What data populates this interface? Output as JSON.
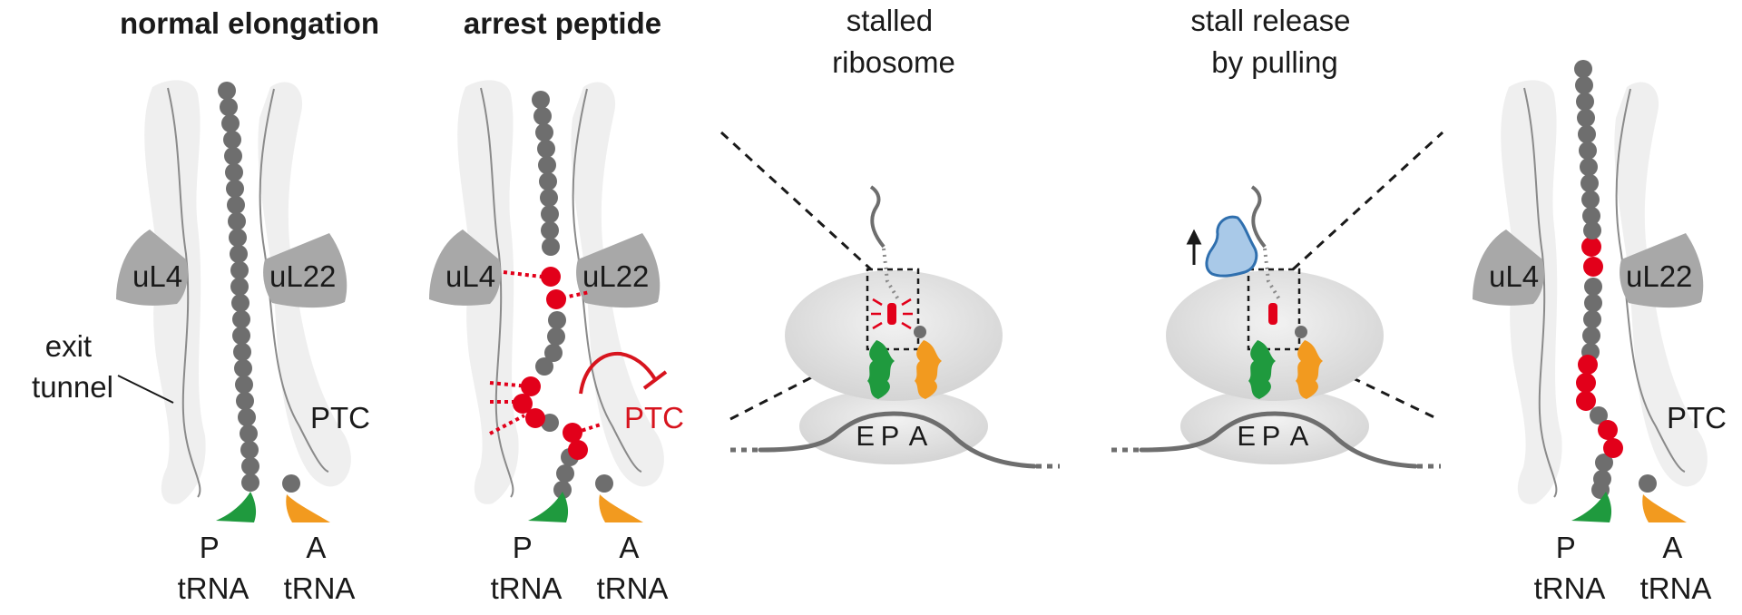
{
  "panels": {
    "normal": {
      "title": "normal elongation",
      "uL4": "uL4",
      "uL22": "uL22",
      "exit_tunnel": [
        "exit",
        "tunnel"
      ],
      "ptc": "PTC",
      "p_trna": [
        "P",
        "tRNA"
      ],
      "a_trna": [
        "A",
        "tRNA"
      ]
    },
    "arrest": {
      "title": "arrest peptide",
      "uL4": "uL4",
      "uL22": "uL22",
      "ptc": "PTC",
      "p_trna": [
        "P",
        "tRNA"
      ],
      "a_trna": [
        "A",
        "tRNA"
      ]
    },
    "stalled": {
      "title": [
        "stalled",
        "ribosome"
      ],
      "sites": [
        "E",
        "P",
        "A"
      ]
    },
    "release": {
      "title": [
        "stall release",
        "by pulling"
      ],
      "sites": [
        "E",
        "P",
        "A"
      ]
    },
    "released": {
      "uL4": "uL4",
      "uL22": "uL22",
      "ptc": "PTC",
      "p_trna": [
        "P",
        "tRNA"
      ],
      "a_trna": [
        "A",
        "tRNA"
      ]
    }
  },
  "colors": {
    "bead": "#6e6e6e",
    "arrest_bead": "#e2001a",
    "inhibition": "#d7141e",
    "p_trna": "#1f9a3e",
    "a_trna": "#f29a1f",
    "pulling_protein": "#a9c9e8",
    "pulling_protein_edge": "#2f6fae",
    "ribosome": "#e4e4e4",
    "tunnel_wall": "#efefef",
    "protein_wedge": "#a8a8a8"
  }
}
